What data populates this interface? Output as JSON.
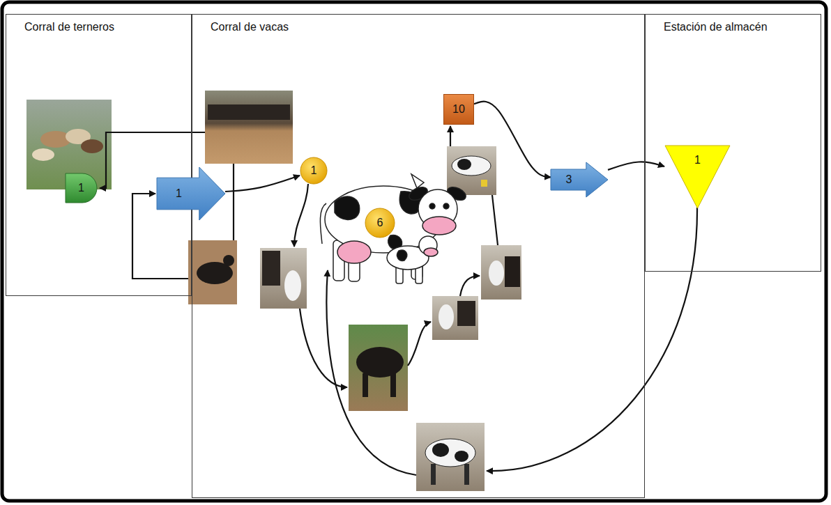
{
  "diagram": {
    "nodes": [
      {
        "text": [
          "Corral de terneros"
        ]
      },
      {
        "text": [
          "Corral de vacas"
        ]
      },
      {
        "text": [
          "Estación de almacén"
        ]
      },
      {
        "text": [
          "1"
        ],
        "in": 0
      },
      {
        "text": [
          "1"
        ]
      },
      {
        "text": [
          "1"
        ],
        "in": 1
      },
      {
        "text": [
          "6"
        ],
        "in": 1
      },
      {
        "text": [
          "10"
        ],
        "in": 1
      },
      {
        "text": [
          "3"
        ],
        "in": 1
      },
      {
        "text": [
          "1"
        ],
        "in": 2
      }
    ],
    "edges": [
      {
        "from": 4,
        "to": 5,
        "arrow": "to"
      },
      {
        "from": 7,
        "to": 8,
        "arrow": "to"
      },
      {
        "from": 8,
        "to": 9,
        "arrow": "to"
      }
    ]
  }
}
